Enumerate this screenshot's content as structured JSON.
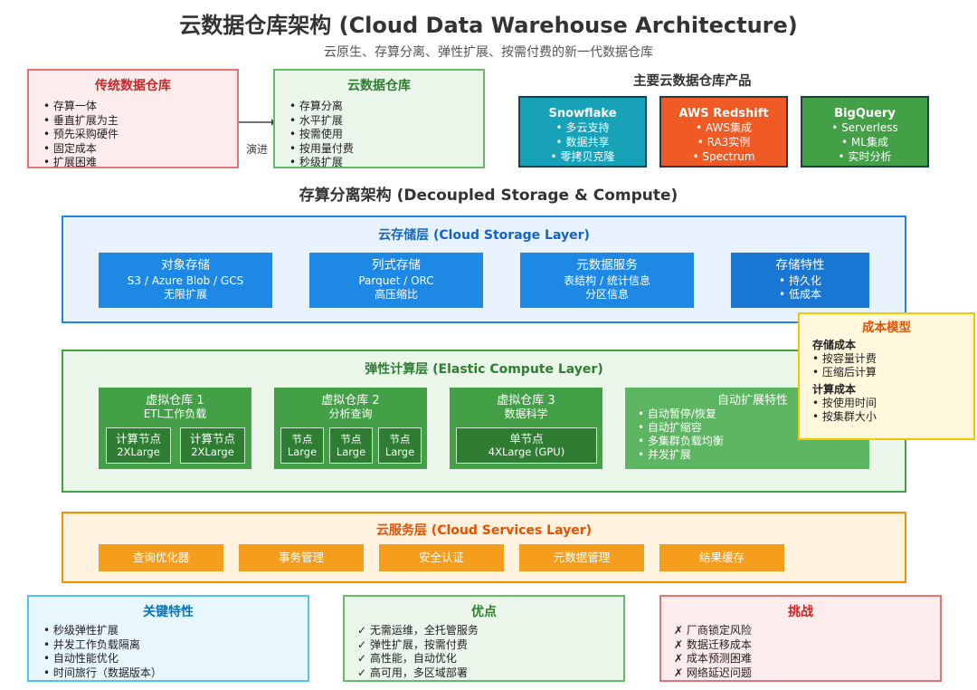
{
  "header": {
    "title": "云数据仓库架构 (Cloud Data Warehouse Architecture)",
    "subtitle": "云原生、存算分离、弹性扩展、按需付费的新一代数据仓库"
  },
  "traditional": {
    "title": "传统数据仓库",
    "items": [
      "存算一体",
      "垂直扩展为主",
      "预先采购硬件",
      "固定成本",
      "扩展困难"
    ]
  },
  "evolve_label": "演进",
  "cloud_dw": {
    "title": "云数据仓库",
    "items": [
      "存算分离",
      "水平扩展",
      "按需使用",
      "按用量付费",
      "秒级扩展"
    ]
  },
  "products": {
    "title": "主要云数据仓库产品",
    "items": [
      {
        "name": "Snowflake",
        "lines": [
          "• 多云支持",
          "• 数据共享",
          "• 零拷贝克隆"
        ],
        "color": "#17a2b8"
      },
      {
        "name": "AWS Redshift",
        "lines": [
          "• AWS集成",
          "• RA3实例",
          "• Spectrum"
        ],
        "color": "#f05a24"
      },
      {
        "name": "BigQuery",
        "lines": [
          "• Serverless",
          "• ML集成",
          "• 实时分析"
        ],
        "color": "#43a047"
      }
    ]
  },
  "decoupled_title": "存算分离架构 (Decoupled Storage & Compute)",
  "storage_layer": {
    "title": "云存储层 (Cloud Storage Layer)",
    "cards": [
      {
        "head": "对象存储",
        "l1": "S3 / Azure Blob / GCS",
        "l2": "无限扩展"
      },
      {
        "head": "列式存储",
        "l1": "Parquet / ORC",
        "l2": "高压缩比"
      },
      {
        "head": "元数据服务",
        "l1": "表结构 / 统计信息",
        "l2": "分区信息"
      },
      {
        "head": "存储特性",
        "l1": "• 持久化",
        "l2": "• 低成本"
      }
    ]
  },
  "compute_layer": {
    "title": "弹性计算层 (Elastic Compute Layer)",
    "vw1": {
      "head": "虚拟仓库 1",
      "sub": "ETL工作负载",
      "nodes": [
        {
          "a": "计算节点",
          "b": "2XLarge"
        },
        {
          "a": "计算节点",
          "b": "2XLarge"
        }
      ]
    },
    "vw2": {
      "head": "虚拟仓库 2",
      "sub": "分析查询",
      "nodes": [
        {
          "a": "节点",
          "b": "Large"
        },
        {
          "a": "节点",
          "b": "Large"
        },
        {
          "a": "节点",
          "b": "Large"
        }
      ]
    },
    "vw3": {
      "head": "虚拟仓库 3",
      "sub": "数据科学",
      "nodes": [
        {
          "a": "单节点",
          "b": "4XLarge (GPU)"
        }
      ]
    },
    "autoscale": {
      "head": "自动扩展特性",
      "items": [
        "• 自动暂停/恢复",
        "• 自动扩缩容",
        "• 多集群负载均衡",
        "• 并发扩展"
      ]
    }
  },
  "cost_model": {
    "title": "成本模型",
    "storage_head": "存储成本",
    "storage_items": [
      "• 按容量计费",
      "• 压缩后计算"
    ],
    "compute_head": "计算成本",
    "compute_items": [
      "• 按使用时间",
      "• 按集群大小"
    ]
  },
  "services_layer": {
    "title": "云服务层 (Cloud Services Layer)",
    "items": [
      "查询优化器",
      "事务管理",
      "安全认证",
      "元数据管理",
      "结果缓存"
    ]
  },
  "key_features": {
    "title": "关键特性",
    "items": [
      "秒级弹性扩展",
      "并发工作负载隔离",
      "自动性能优化",
      "时间旅行（数据版本）"
    ]
  },
  "advantages": {
    "title": "优点",
    "items": [
      "✓ 无需运维，全托管服务",
      "✓ 弹性扩展，按需付费",
      "✓ 高性能，自动优化",
      "✓ 高可用，多区域部署"
    ]
  },
  "challenges": {
    "title": "挑战",
    "items": [
      "✗ 厂商锁定风险",
      "✗ 数据迁移成本",
      "✗ 成本预测困难",
      "✗ 网络延迟问题"
    ]
  },
  "colors": {
    "traditional": "#e53935",
    "cloud": "#43a047",
    "storage": "#1e88e5",
    "compute": "#43a047",
    "services": "#fb8c00",
    "cost": "#f9c400"
  }
}
